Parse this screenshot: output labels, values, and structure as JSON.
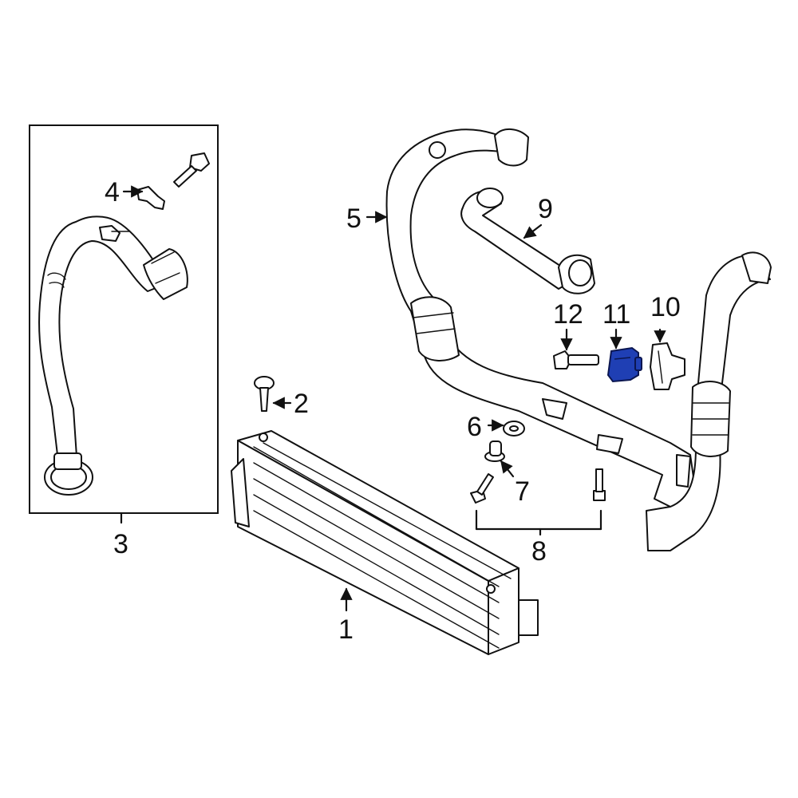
{
  "callouts": {
    "c1": "1",
    "c2": "2",
    "c3": "3",
    "c4": "4",
    "c5": "5",
    "c6": "6",
    "c7": "7",
    "c8": "8",
    "c9": "9",
    "c10": "10",
    "c11": "11",
    "c12": "12"
  },
  "highlight_color": "#1f3fb4"
}
